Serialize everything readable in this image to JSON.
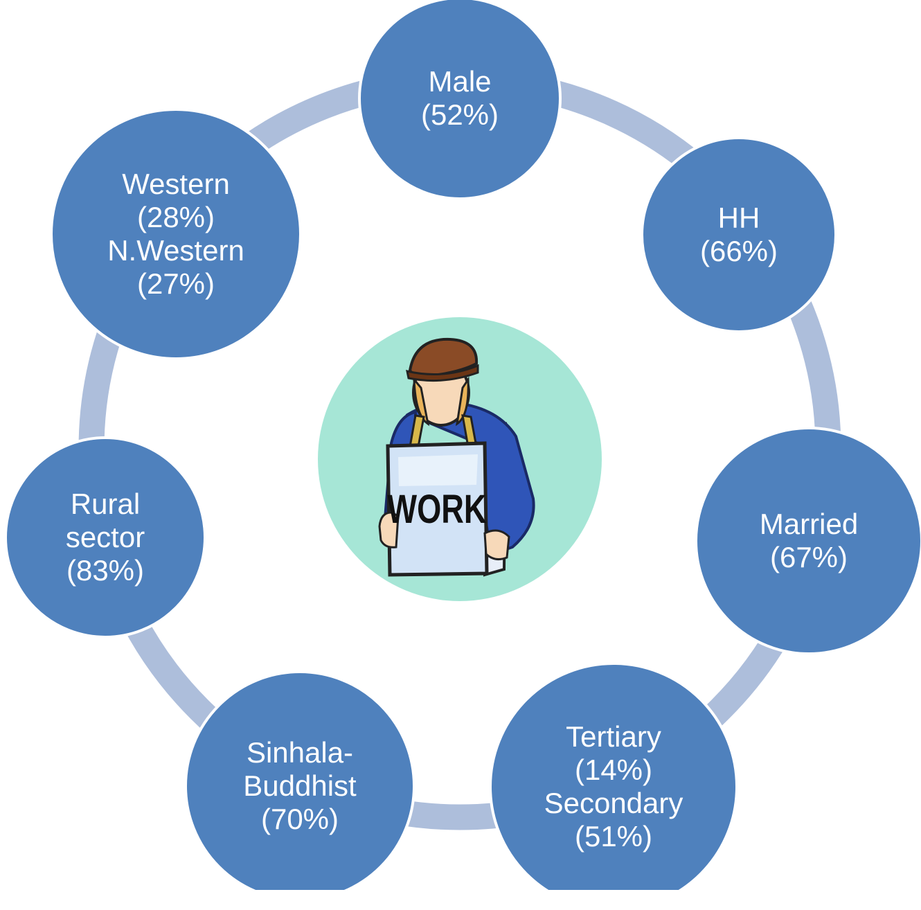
{
  "diagram": {
    "colors": {
      "node_fill": "#4f81bd",
      "ring": "#adbedb",
      "center_fill": "#a6e6d6",
      "text": "#ffffff"
    },
    "center": {
      "icon": "man-holding-work-sign-icon",
      "sign_text": "WORK"
    },
    "nodes": [
      {
        "id": "male",
        "lines": [
          "Male",
          "(52%)"
        ]
      },
      {
        "id": "hh",
        "lines": [
          "HH",
          "(66%)"
        ]
      },
      {
        "id": "married",
        "lines": [
          "Married",
          "(67%)"
        ]
      },
      {
        "id": "sector",
        "lines": [
          "Tertiary",
          "(14%)",
          "Secondary",
          "(51%)"
        ]
      },
      {
        "id": "religion",
        "lines": [
          "Sinhala-",
          "Buddhist",
          "(70%)"
        ]
      },
      {
        "id": "rural",
        "lines": [
          "Rural",
          "sector",
          "(83%)"
        ]
      },
      {
        "id": "province",
        "lines": [
          "Western",
          "(28%)",
          "N.Western",
          "(27%)"
        ]
      }
    ]
  }
}
